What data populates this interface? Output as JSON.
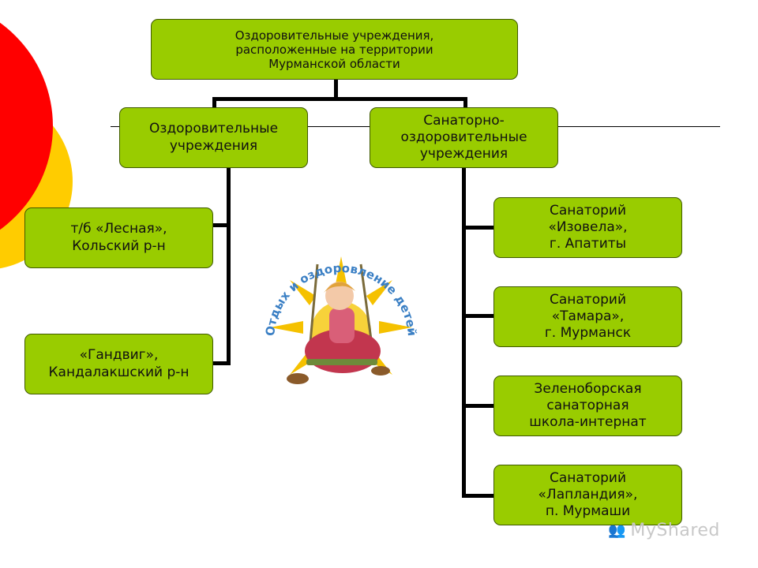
{
  "root": {
    "lines": [
      "Оздоровительные учреждения,",
      "расположенные на территории",
      "Мурманской области"
    ]
  },
  "left_group": {
    "lines": [
      "Оздоровительные",
      "учреждения"
    ],
    "items": [
      {
        "lines": [
          "т/б «Лесная»,",
          "Кольский р-н"
        ]
      },
      {
        "lines": [
          "«Гандвиг»,",
          "Кандалакшский р-н"
        ]
      }
    ]
  },
  "right_group": {
    "lines": [
      "Санаторно-",
      "оздоровительные",
      "учреждения"
    ],
    "items": [
      {
        "lines": [
          "Санаторий",
          "«Изовела»,",
          "г. Апатиты"
        ]
      },
      {
        "lines": [
          "Санаторий",
          "«Тамара»,",
          "г. Мурманск"
        ]
      },
      {
        "lines": [
          "Зеленоборская",
          "санаторная",
          "школа-интернат"
        ]
      },
      {
        "lines": [
          "Санаторий",
          "«Лапландия»,",
          "п. Мурмаши"
        ]
      }
    ]
  },
  "logo": {
    "text": "Отдых и оздоровление детей"
  },
  "watermark": {
    "text": "MyShared"
  },
  "colors": {
    "box_fill": "#99cc00",
    "decor_red": "#ff0000",
    "decor_yellow": "#ffcc00",
    "logo_text": "#3a7fc4",
    "logo_sun": "#f5c100"
  }
}
